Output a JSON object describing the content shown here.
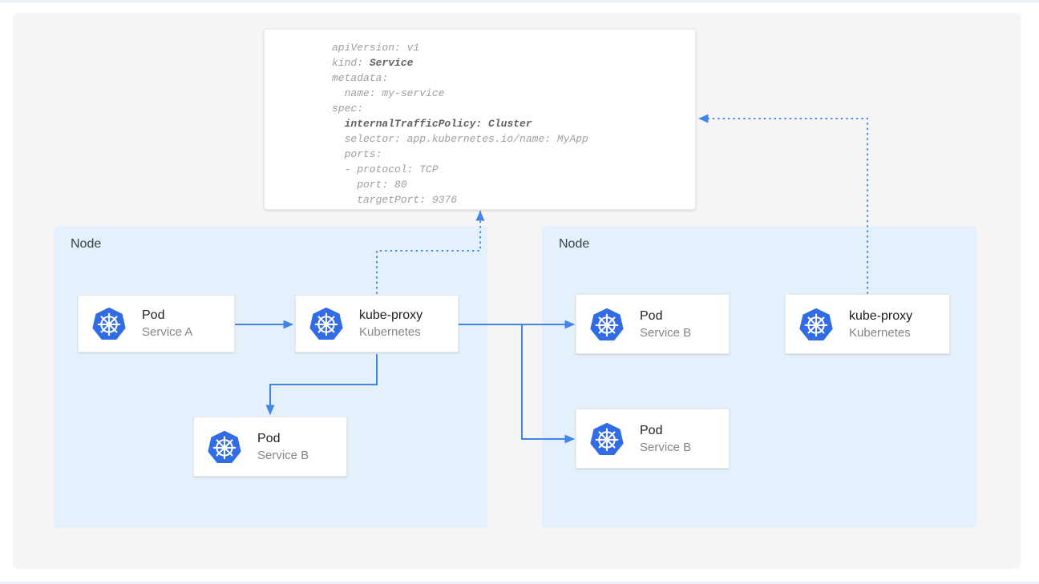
{
  "colors": {
    "arrow": "#4284ea",
    "k8s_blue": "#326ce5",
    "node_bg": "#e4f1fc",
    "canvas_bg": "#f5f5f6",
    "card_bg": "#ffffff",
    "code_text": "#9e9e9e",
    "code_bold": "#616161",
    "title_text": "#212121",
    "subtitle_text": "#82878c",
    "node_label": "#3c4043",
    "accent_line": "#e9eef7"
  },
  "yaml": {
    "lines": [
      {
        "pre": "apiVersion: v1"
      },
      {
        "pre": "kind: ",
        "bold": "Service"
      },
      {
        "pre": "metadata:"
      },
      {
        "pre": "  name: my-service"
      },
      {
        "pre": "spec:"
      },
      {
        "pre": "  ",
        "bold": "internalTrafficPolicy: Cluster"
      },
      {
        "pre": "  selector: app.kubernetes.io/name: MyApp"
      },
      {
        "pre": "  ports:"
      },
      {
        "pre": "  - protocol: TCP"
      },
      {
        "pre": "    port: 80"
      },
      {
        "pre": "    targetPort: 9376"
      }
    ]
  },
  "diagram": {
    "left_node": {
      "label": "Node"
    },
    "right_node": {
      "label": "Node"
    },
    "cards": {
      "pod_a": {
        "title": "Pod",
        "subtitle": "Service A"
      },
      "kube_proxy_left": {
        "title": "kube-proxy",
        "subtitle": "Kubernetes"
      },
      "pod_b_left": {
        "title": "Pod",
        "subtitle": "Service B"
      },
      "pod_b_right_top": {
        "title": "Pod",
        "subtitle": "Service B"
      },
      "kube_proxy_right": {
        "title": "kube-proxy",
        "subtitle": "Kubernetes"
      },
      "pod_b_right_bottom": {
        "title": "Pod",
        "subtitle": "Service B"
      }
    }
  }
}
